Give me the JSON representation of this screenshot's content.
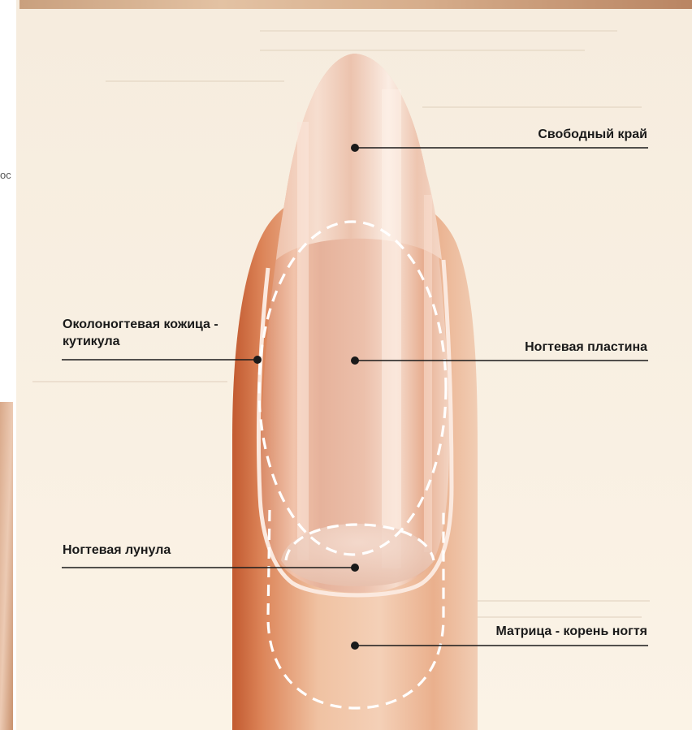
{
  "diagram": {
    "labels": {
      "free_edge": "Свободный край",
      "cuticle_line1": "Околоногтевая кожица -",
      "cuticle_line2": "кутикула",
      "nail_plate": "Ногтевая пластина",
      "lunula": "Ногтевая лунула",
      "matrix": "Матрица - корень ногтя"
    },
    "clipped_text": "ос"
  },
  "colors": {
    "page_background": "#f9efe2",
    "skin": "#e8a17a",
    "skin_shadow": "#c8683f",
    "nail": "#eab9a2",
    "nail_highlight": "#f7e0d2",
    "leader_line": "#1a1a1a"
  }
}
